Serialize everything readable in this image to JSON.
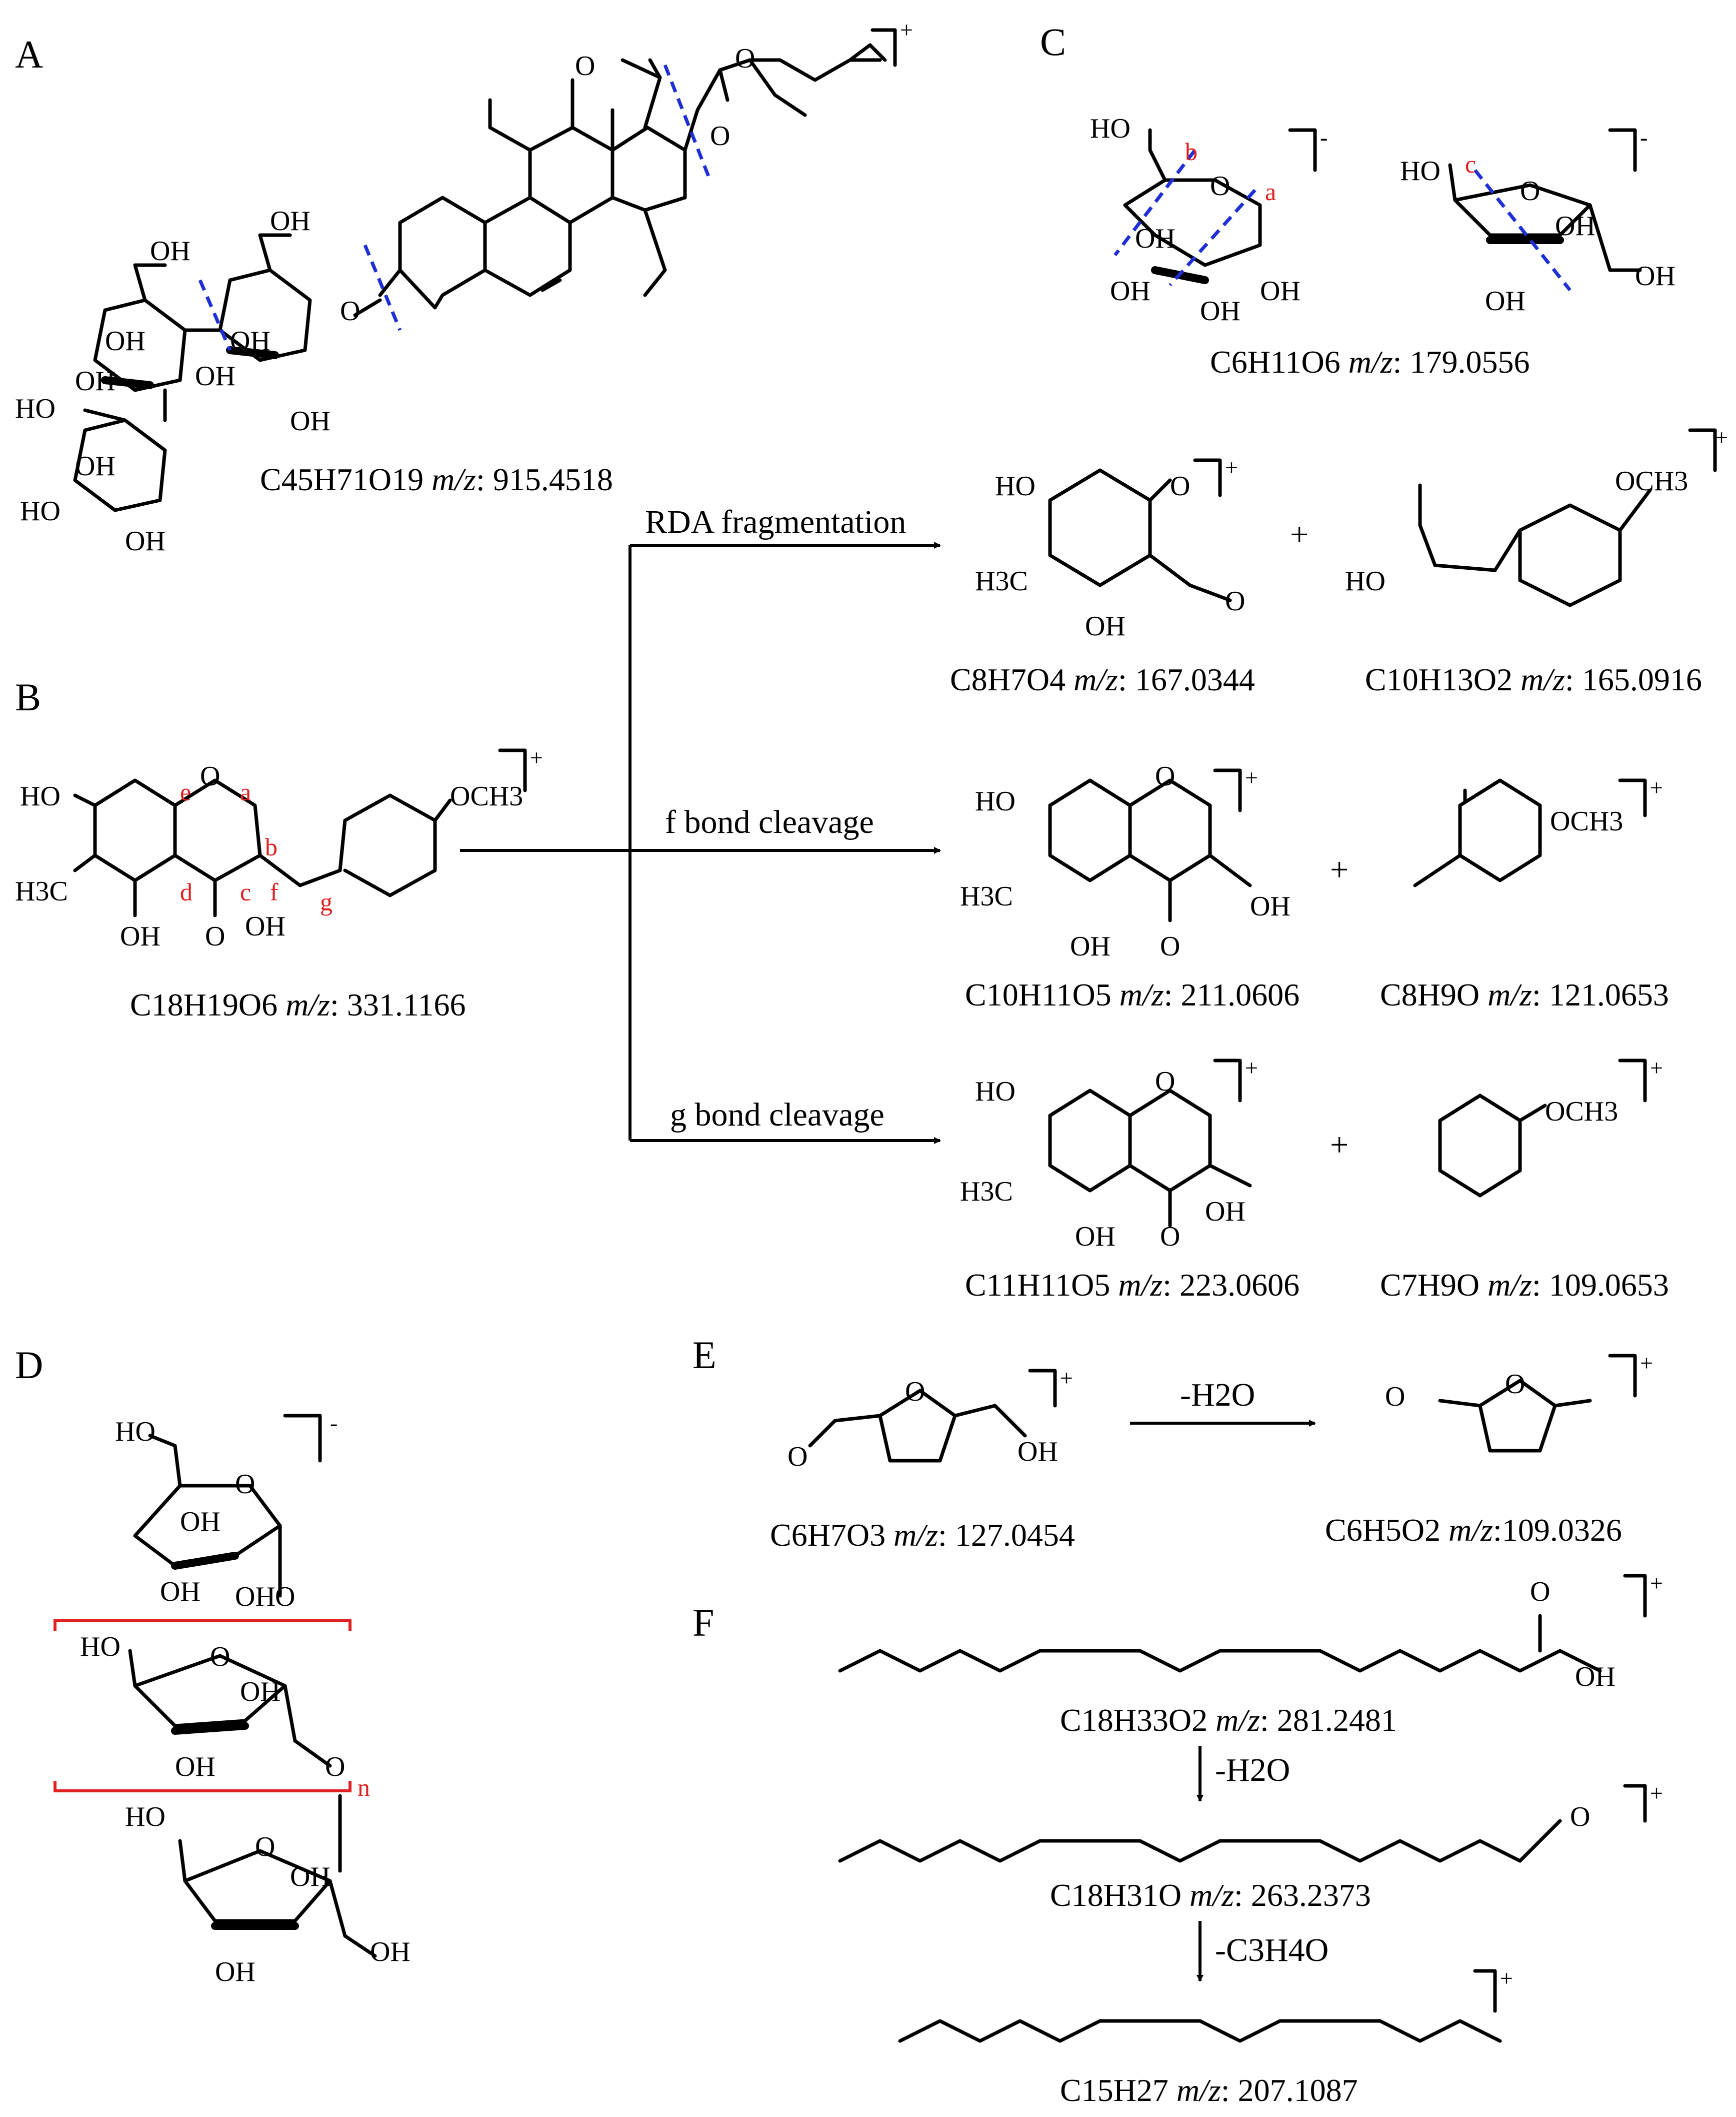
{
  "panels": {
    "A": {
      "label": "A",
      "charge": "+",
      "formula": "C45H71O19",
      "mz_label": "m/z",
      "mz_value": "915.4518"
    },
    "B": {
      "label": "B",
      "charge": "+",
      "formula": "C18H19O6",
      "mz_label": "m/z",
      "mz_value": "331.1166",
      "site_labels": [
        "a",
        "b",
        "c",
        "d",
        "e",
        "f",
        "g"
      ],
      "pathways": [
        {
          "name": "RDA fragmentation",
          "products": [
            {
              "formula": "C8H7O4",
              "mz_label": "m/z",
              "mz_value": "167.0344",
              "charge": "+"
            },
            {
              "formula": "C10H13O2",
              "mz_label": "m/z",
              "mz_value": "165.0916",
              "charge": "+"
            }
          ]
        },
        {
          "name": "f bond cleavage",
          "products": [
            {
              "formula": "C10H11O5",
              "mz_label": "m/z",
              "mz_value": "211.0606",
              "charge": "+"
            },
            {
              "formula": "C8H9O",
              "mz_label": "m/z",
              "mz_value": "121.0653",
              "charge": "+"
            }
          ]
        },
        {
          "name": "g bond cleavage",
          "products": [
            {
              "formula": "C11H11O5",
              "mz_label": "m/z",
              "mz_value": "223.0606",
              "charge": "+"
            },
            {
              "formula": "C7H9O",
              "mz_label": "m/z",
              "mz_value": "109.0653",
              "charge": "+"
            }
          ]
        }
      ],
      "plus_sign": "+"
    },
    "C": {
      "label": "C",
      "charge": "-",
      "formula": "C6H11O6",
      "mz_label": "m/z",
      "mz_value": "179.0556",
      "site_labels": [
        "a",
        "b",
        "c"
      ]
    },
    "D": {
      "label": "D",
      "charge": "-",
      "repeat_label": "n"
    },
    "E": {
      "label": "E",
      "step": "-H2O",
      "reactant": {
        "formula": "C6H7O3",
        "mz_label": "m/z",
        "mz_value": "127.0454",
        "charge": "+"
      },
      "product": {
        "formula": "C6H5O2",
        "mz_label": "m/z",
        "mz_value": "109.0326",
        "charge": "+"
      }
    },
    "F": {
      "label": "F",
      "steps": [
        "-H2O",
        "-C3H4O"
      ],
      "species": [
        {
          "formula": "C18H33O2",
          "mz_label": "m/z",
          "mz_value": "281.2481",
          "charge": "+"
        },
        {
          "formula": "C18H31O",
          "mz_label": "m/z",
          "mz_value": "263.2373",
          "charge": "+"
        },
        {
          "formula": "C15H27",
          "mz_label": "m/z",
          "mz_value": "207.1087",
          "charge": "+"
        }
      ]
    }
  },
  "atoms": {
    "OH": "OH",
    "HO": "HO",
    "O": "O",
    "OCH3": "OCH3",
    "H3C": "H3C"
  },
  "colors": {
    "cleavage_marks": "#1f2fd6",
    "site_labels": "#e02020",
    "structure": "#000000"
  }
}
